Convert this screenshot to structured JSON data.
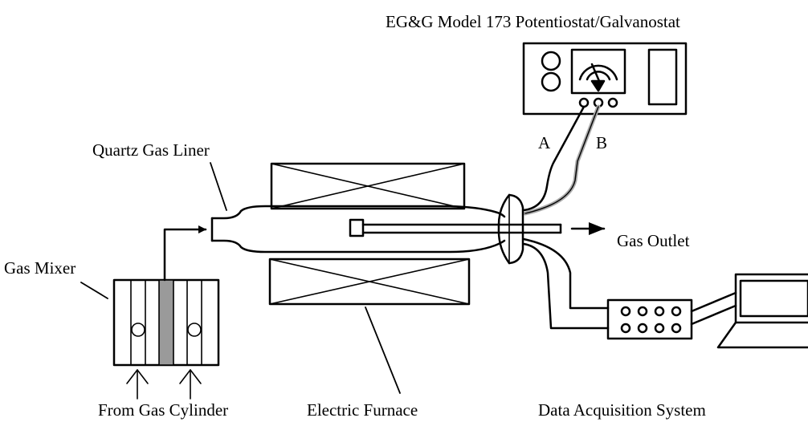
{
  "labels": {
    "potentiostat": "EG&G Model 173 Potentiostat/Galvanostat",
    "liner": "Quartz Gas Liner",
    "lead_a": "A",
    "lead_b": "B",
    "outlet": "Gas Outlet",
    "mixer": "Gas Mixer",
    "cylinder": "From Gas Cylinder",
    "furnace": "Electric Furnace",
    "daq": "Data Acquisition System"
  },
  "colors": {
    "ink": "#000000",
    "shade": "#9a9a9a",
    "background": "#ffffff"
  }
}
